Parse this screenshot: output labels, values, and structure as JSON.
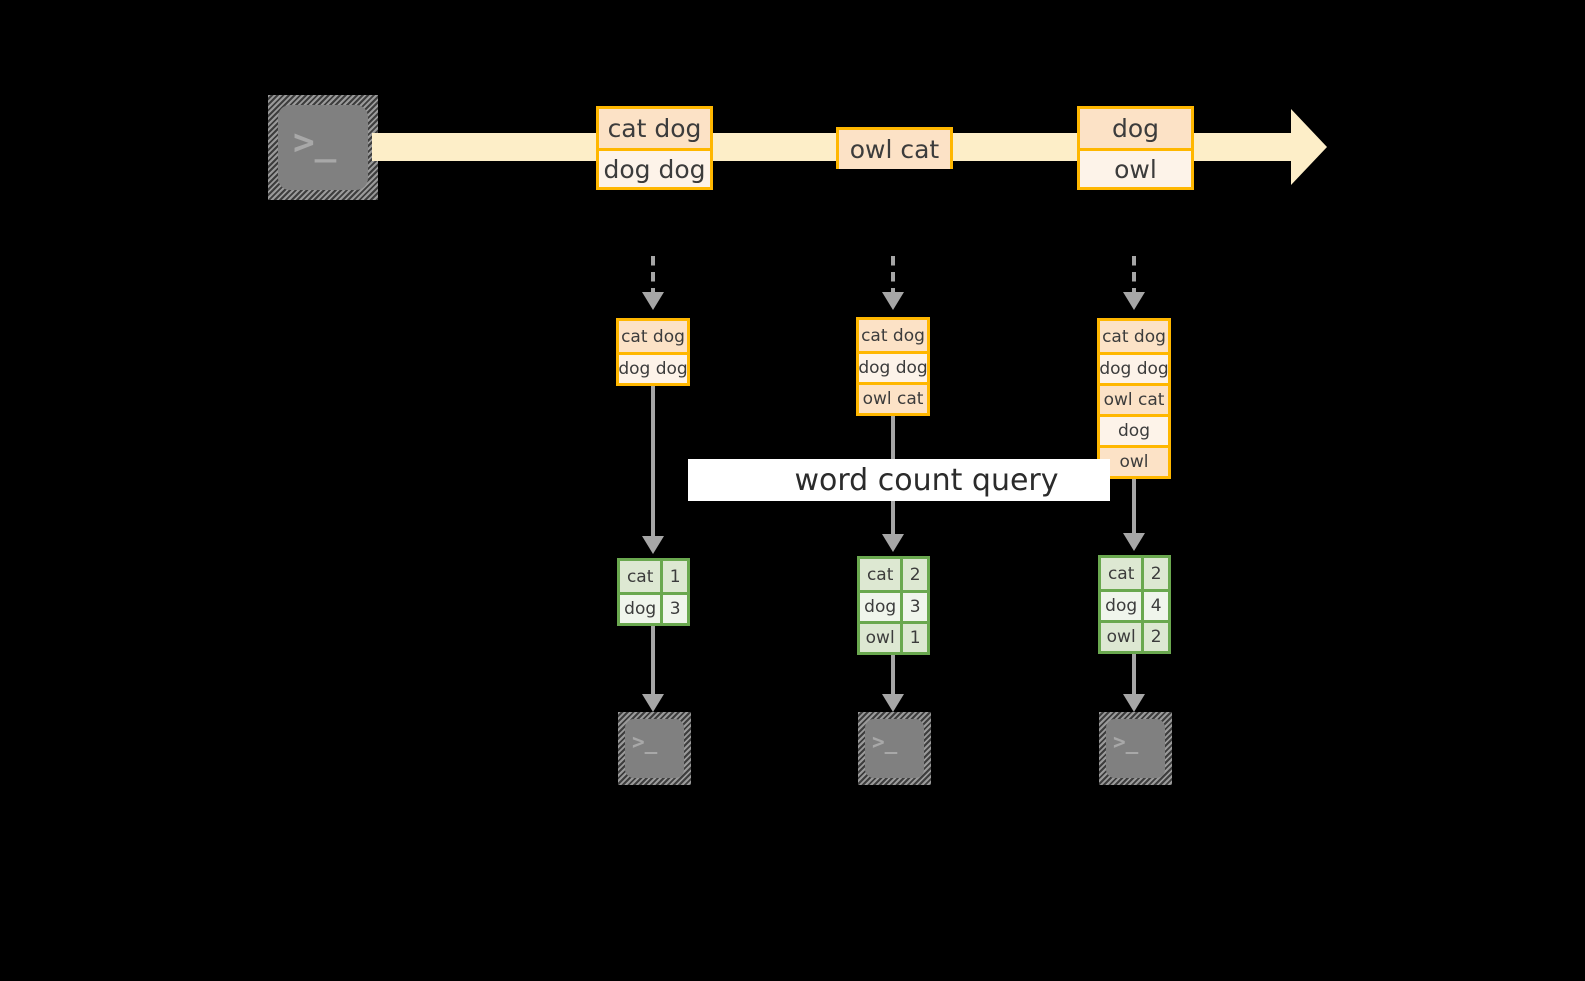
{
  "diagram": {
    "title_text": "word count query",
    "colors": {
      "background": "#000000",
      "stream_fill": "#fdeec8",
      "event_border": "#ffb700",
      "event_fill_dark": "#fce2c6",
      "event_fill_light": "#fdf3e9",
      "table_border": "#6aa84f",
      "table_fill_dark": "#dde8d2",
      "table_fill_light": "#f0f5ec",
      "connector": "#a6a6a6",
      "terminal_fill": "#808080",
      "label_band": "#ffffff"
    },
    "source_terminal": {
      "glyph": ">_",
      "icon": "terminal-icon"
    },
    "stream": {
      "name": "input-event-stream",
      "groups": [
        {
          "id": "group-1",
          "events": [
            "cat dog",
            "dog dog"
          ]
        },
        {
          "id": "group-2",
          "events": [
            "owl cat"
          ]
        },
        {
          "id": "group-3",
          "events": [
            "dog",
            "owl"
          ]
        }
      ]
    },
    "snapshots": [
      {
        "id": "snapshot-1",
        "events": [
          "cat dog",
          "dog dog"
        ],
        "results": [
          {
            "word": "cat",
            "count": "1"
          },
          {
            "word": "dog",
            "count": "3"
          }
        ],
        "sink": {
          "glyph": ">_",
          "icon": "terminal-icon"
        }
      },
      {
        "id": "snapshot-2",
        "events": [
          "cat dog",
          "dog dog",
          "owl cat"
        ],
        "results": [
          {
            "word": "cat",
            "count": "2"
          },
          {
            "word": "dog",
            "count": "3"
          },
          {
            "word": "owl",
            "count": "1"
          }
        ],
        "sink": {
          "glyph": ">_",
          "icon": "terminal-icon"
        }
      },
      {
        "id": "snapshot-3",
        "events": [
          "cat dog",
          "dog dog",
          "owl cat",
          "dog",
          "owl"
        ],
        "results": [
          {
            "word": "cat",
            "count": "2"
          },
          {
            "word": "dog",
            "count": "4"
          },
          {
            "word": "owl",
            "count": "2"
          }
        ],
        "sink": {
          "glyph": ">_",
          "icon": "terminal-icon"
        }
      }
    ]
  }
}
